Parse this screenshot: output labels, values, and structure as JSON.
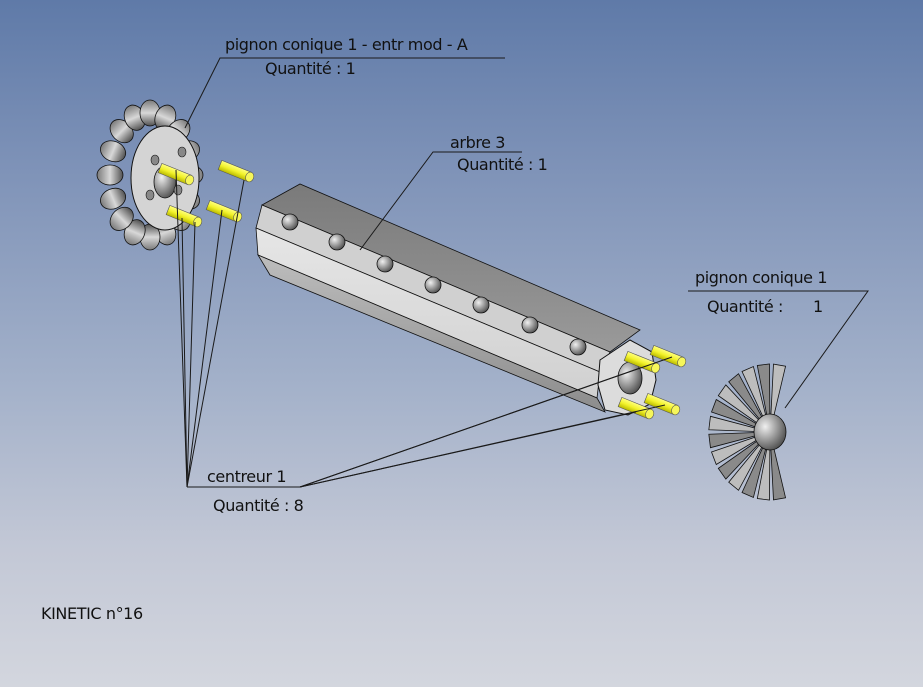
{
  "title": "KINETIC n°16",
  "parts": {
    "gear_left": {
      "name": "pignon conique 1 - entr mod - A",
      "quantity": "Quantité : 1"
    },
    "shaft": {
      "name": "arbre 3",
      "quantity": "Quantité : 1"
    },
    "gear_right": {
      "name": "pignon conique 1",
      "quantity_label": "Quantité :",
      "quantity_value": "1"
    },
    "pins": {
      "name": "centreur 1",
      "quantity": "Quantité : 8"
    }
  },
  "colors": {
    "pin_yellow": "#f2f22a",
    "part_gray": "#c8c8c8",
    "part_dark": "#6e6e6e",
    "leader_line": "#1a1a1a"
  }
}
